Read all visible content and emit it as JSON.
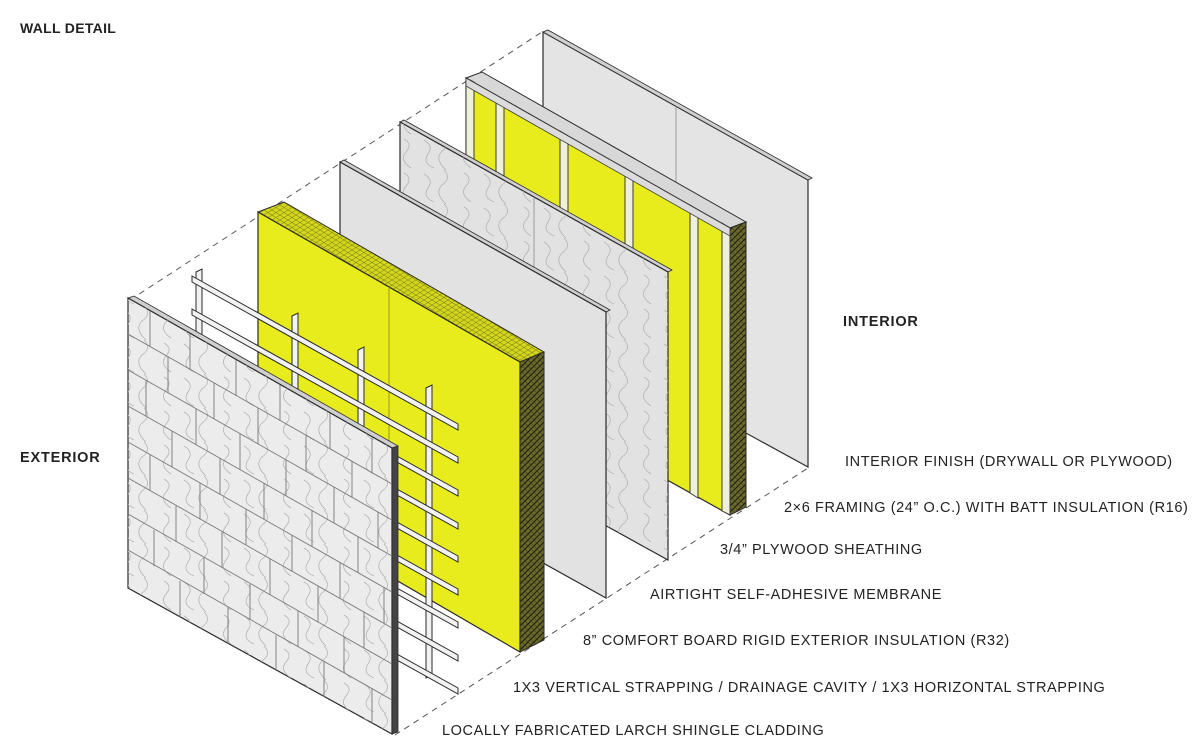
{
  "title": "WALL DETAIL",
  "sides": {
    "exterior": "EXTERIOR",
    "interior": "INTERIOR"
  },
  "layers": [
    "INTERIOR FINISH (DRYWALL OR PLYWOOD)",
    "2×6 FRAMING (24” O.C.) WITH BATT INSULATION (R16)",
    "3/4” PLYWOOD SHEATHING",
    "AIRTIGHT SELF-ADHESIVE MEMBRANE",
    "8” COMFORT BOARD RIGID EXTERIOR INSULATION (R32)",
    "1X3 VERTICAL STRAPPING / DRAINAGE CAVITY / 1X3 HORIZONTAL STRAPPING",
    "LOCALLY FABRICATED LARCH SHINGLE CLADDING"
  ],
  "colors": {
    "insulation": "#e8ec1c",
    "insulation_edge": "#4d4a1e",
    "panel": "#e4e4e4",
    "plywood": "#e2e2e2",
    "outline": "#2a2a2a",
    "dashed": "#555555"
  }
}
